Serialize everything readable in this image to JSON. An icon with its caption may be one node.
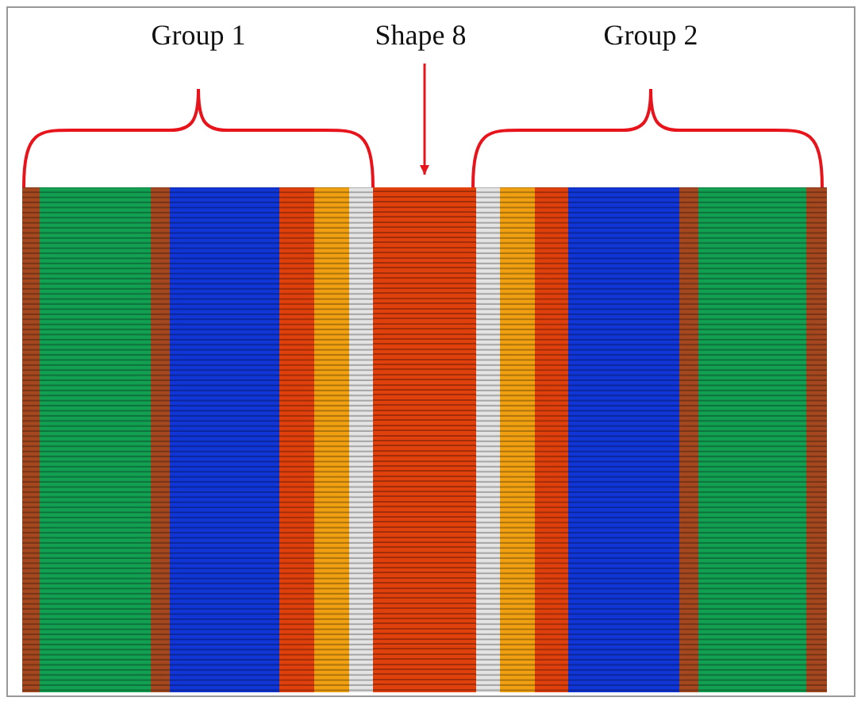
{
  "diagram": {
    "nodes": [
      {
        "text": [
          "Shape 8"
        ]
      },
      {
        "text": [],
        "shape": "bar"
      }
    ],
    "edges": [
      {
        "from": 0,
        "to": 1,
        "arrow": "to"
      }
    ],
    "labels": [
      "Group 1",
      "Group 2"
    ]
  }
}
